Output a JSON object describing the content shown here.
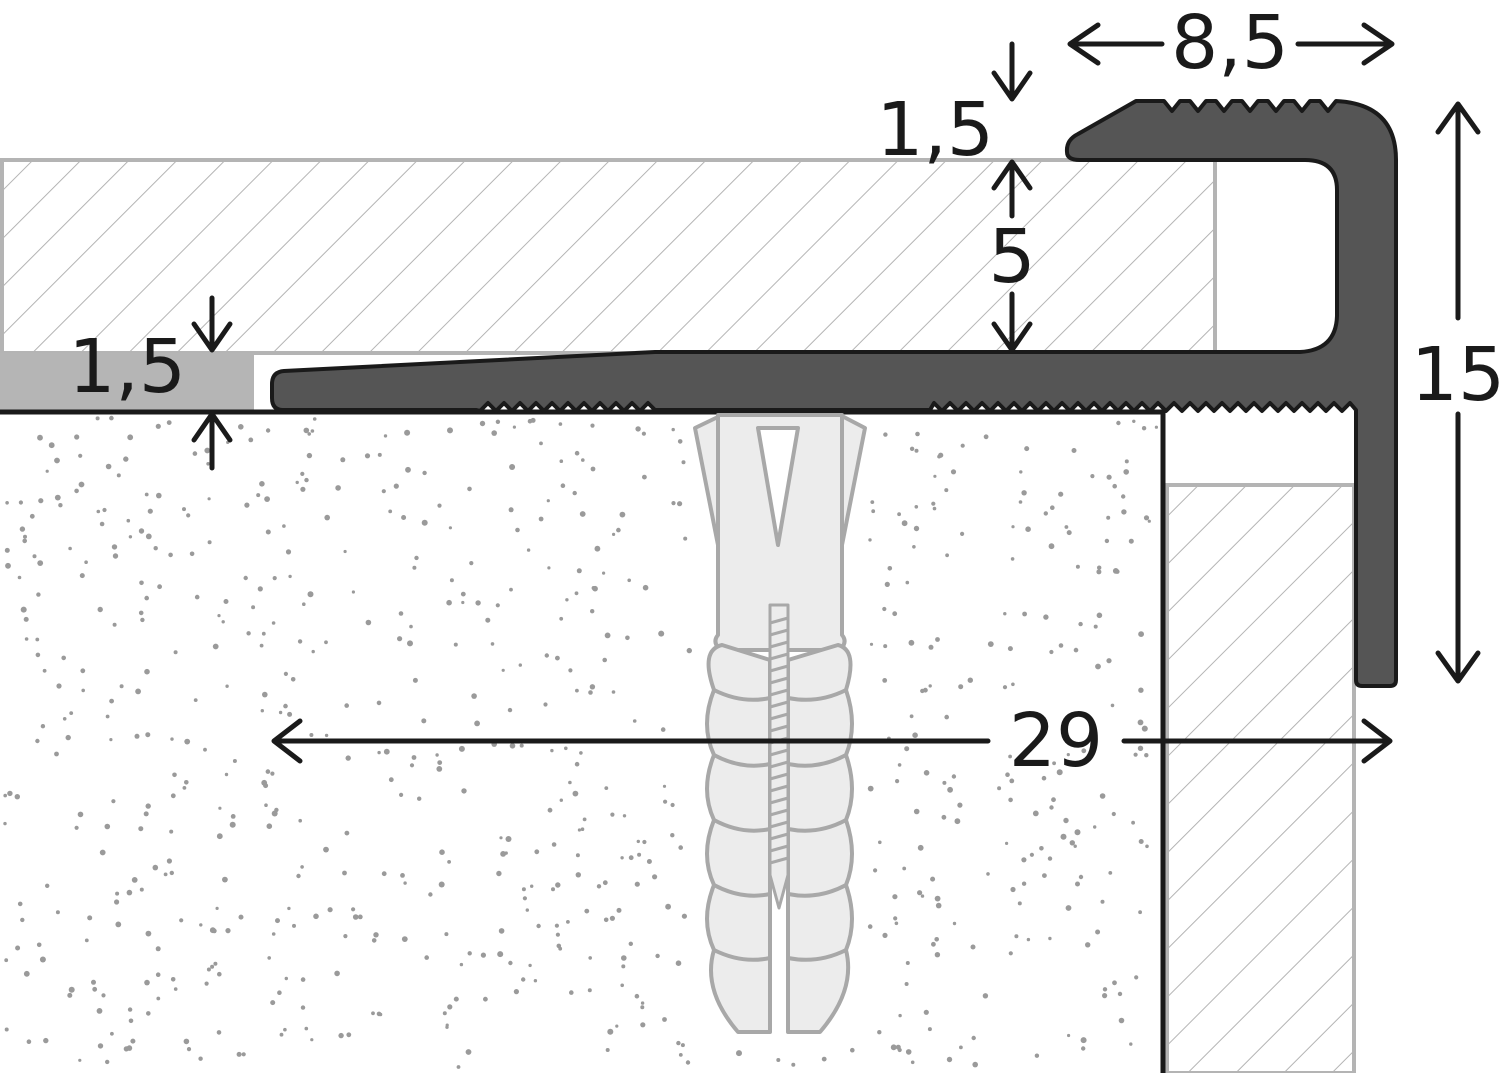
{
  "dimensions": {
    "cap_width": "8,5",
    "cap_thickness": "1,5",
    "covering_thickness": "5",
    "total_height": "15",
    "leg_thickness": "1,5",
    "total_width": "29"
  },
  "colors": {
    "profile": "#555555",
    "outline": "#1a1a1a",
    "hatch": "#b4b4b4",
    "dowel_fill": "#ececec",
    "dowel_stroke": "#a8a8a8",
    "underlay": "#b5b5b5",
    "screed_dots": "#9a9a9a"
  }
}
